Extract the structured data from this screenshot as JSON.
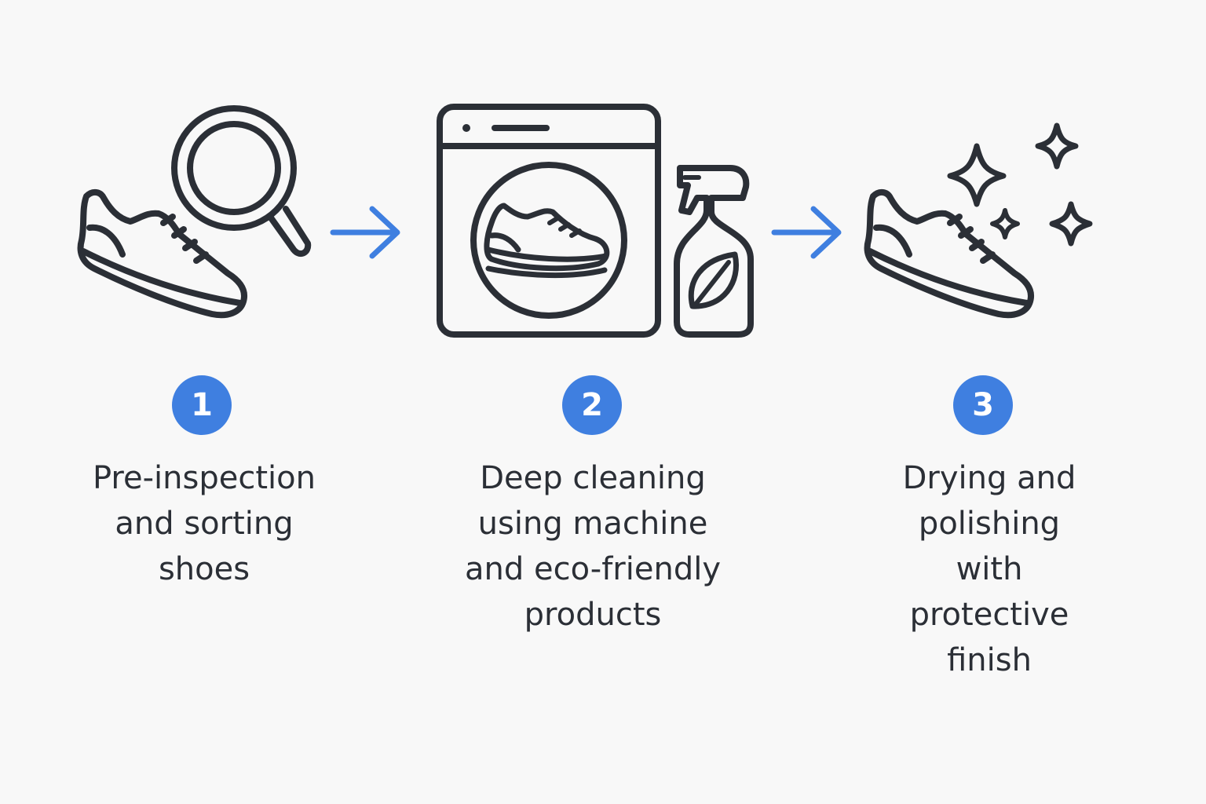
{
  "steps": [
    {
      "number": "1",
      "label_lines": [
        "Pre-inspection",
        "and sorting",
        "shoes"
      ],
      "icons": [
        "sneaker-icon",
        "magnifying-glass-icon"
      ]
    },
    {
      "number": "2",
      "label_lines": [
        "Deep cleaning",
        "using machine",
        "and eco-friendly",
        "products"
      ],
      "icons": [
        "washing-machine-icon",
        "sneaker-icon",
        "spray-bottle-icon",
        "leaf-icon"
      ]
    },
    {
      "number": "3",
      "label_lines": [
        "Drying and",
        "polishing",
        "with",
        "protective",
        "finish"
      ],
      "icons": [
        "sneaker-icon",
        "sparkle-icon"
      ]
    }
  ],
  "connectors": [
    "arrow-right-icon",
    "arrow-right-icon"
  ],
  "colors": {
    "background": "#f8f8f8",
    "stroke": "#2b2f36",
    "accent": "#3f7fe0",
    "badge_text": "#ffffff"
  }
}
